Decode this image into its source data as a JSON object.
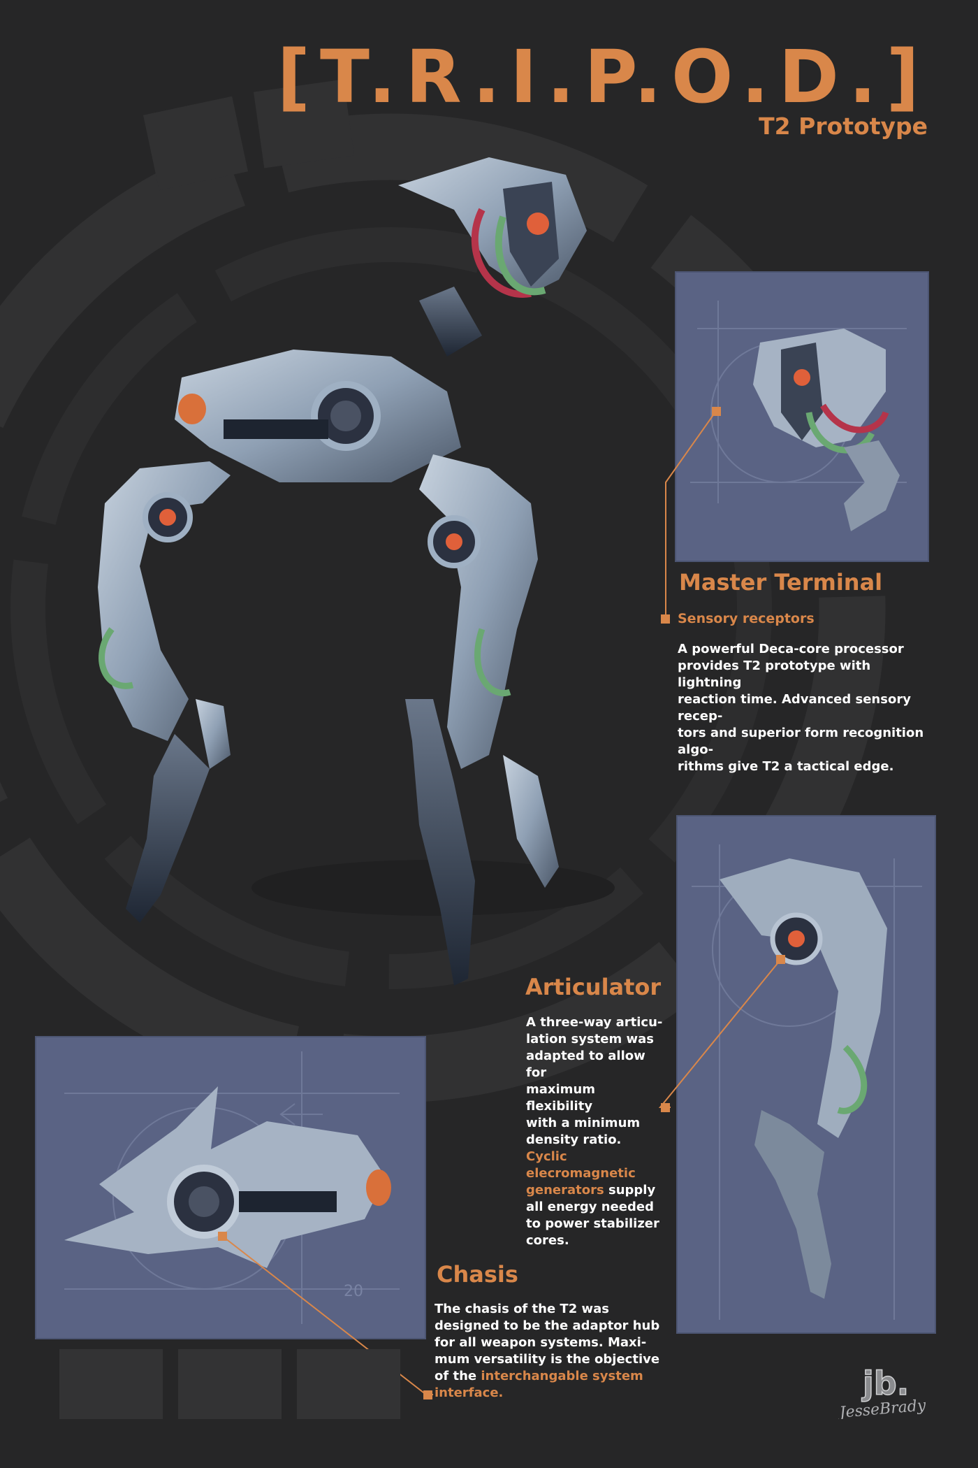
{
  "poster": {
    "title": "[T.R.I.P.O.D.]",
    "subtitle": "T2 Prototype"
  },
  "master_terminal": {
    "heading": "Master Terminal",
    "sub_label": "Sensory receptors",
    "body": [
      "A powerful Deca-core processor",
      "provides T2 prototype with lightning",
      "reaction time. Advanced sensory recep-",
      "tors and superior form recognition algo-",
      "rithms give T2 a tactical edge."
    ]
  },
  "articulator": {
    "heading": "Articulator",
    "body": [
      "A three-way articu-",
      "lation system was",
      "adapted to allow for",
      "maximum flexibility",
      "with a minimum",
      "density ratio."
    ],
    "highlight_1": "Cyclic",
    "highlight_2": "elecromagnetic",
    "highlight_3": "generators",
    "body_end": [
      "supply",
      "all energy needed",
      "to power stabilizer",
      "cores."
    ]
  },
  "chasis": {
    "heading": "Chasis",
    "body": [
      "The chasis of the T2 was",
      "designed to be the adaptor hub",
      "for all weapon systems. Maxi-",
      "mum versatility is the objective"
    ],
    "body_last": "of the",
    "highlight_1": "interchangable system",
    "highlight_2": "interface."
  },
  "panel_chasis_number": "20",
  "signature": {
    "logo": "jb.",
    "name": "JesseBrady"
  },
  "colors": {
    "background": "#262627",
    "accent": "#d9874a",
    "panel": "#5a6384",
    "robot_metal": "#8fa0b4",
    "text": "#ffffff"
  }
}
